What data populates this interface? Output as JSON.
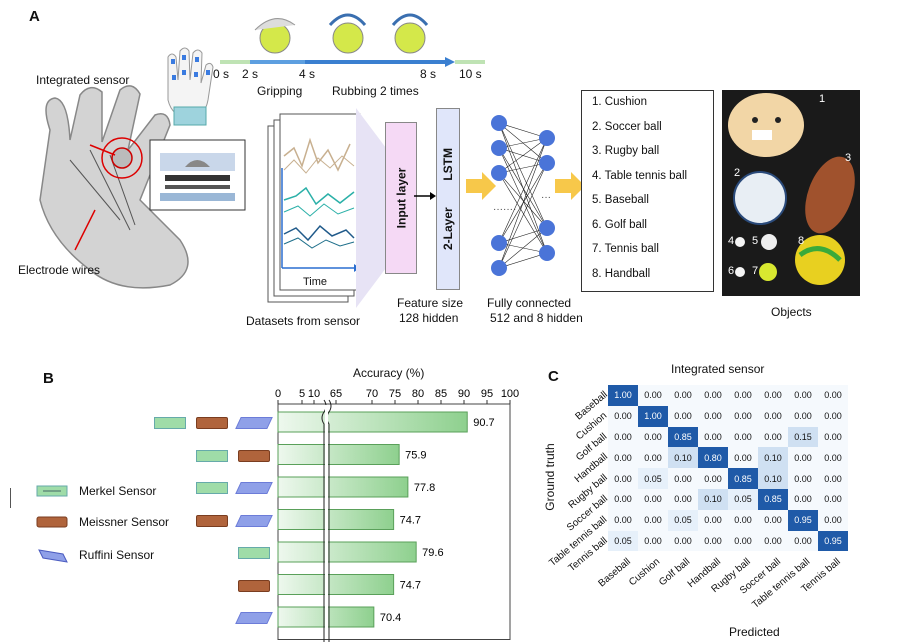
{
  "panelA": {
    "label": "A",
    "integrated_sensor": "Integrated sensor",
    "electrode_wires": "Electrode wires",
    "timeline_ticks": [
      "0 s",
      "2 s",
      "4 s",
      "8 s",
      "10 s"
    ],
    "phase_gripping": "Gripping",
    "phase_rubbing": "Rubbing 2 times",
    "time_axis": "Time",
    "datasets_caption": "Datasets from sensor",
    "input_layer": "Input layer",
    "lstm_top": "LSTM",
    "lstm_bottom": "2-Layer",
    "feature_caption_1": "Feature size",
    "feature_caption_2": "128 hidden",
    "fc_caption_1": "Fully connected",
    "fc_caption_2": "512 and 8 hidden",
    "objects": [
      "1. Cushion",
      "2. Soccer ball",
      "3. Rugby ball",
      "4. Table tennis ball",
      "5. Baseball",
      "6. Golf ball",
      "7. Tennis ball",
      "8. Handball"
    ],
    "photo_numbers": [
      "1",
      "2",
      "3",
      "4",
      "5",
      "6",
      "7",
      "8"
    ],
    "objects_caption": "Objects"
  },
  "panelB": {
    "label": "B",
    "legend": [
      "Merkel Sensor",
      "Meissner Sensor",
      "Ruffini Sensor"
    ],
    "colors": {
      "merkel": "#9fdca8",
      "meissner": "#b0643c",
      "ruffini": "#6c7cd8"
    }
  },
  "panelC": {
    "label": "C",
    "title": "Integrated sensor",
    "ylabel": "Ground truth",
    "xlabel": "Predicted",
    "classes": [
      "Baseball",
      "Cushion",
      "Golf ball",
      "Handball",
      "Rugby ball",
      "Soccer ball",
      "Table tennis ball",
      "Tennis ball"
    ]
  },
  "chart_data": [
    {
      "type": "bar",
      "orientation": "horizontal",
      "title": "Accuracy (%)",
      "xlim": [
        0,
        100
      ],
      "axis_break": [
        10,
        60
      ],
      "ticks": [
        "0",
        "5",
        "10",
        "65",
        "70",
        "75",
        "80",
        "85",
        "90",
        "95",
        "100"
      ],
      "categories": [
        "Merkel+Meissner+Ruffini",
        "Merkel+Meissner",
        "Merkel+Ruffini",
        "Meissner+Ruffini",
        "Merkel",
        "Meissner",
        "Ruffini"
      ],
      "values": [
        90.7,
        75.9,
        77.8,
        74.7,
        79.6,
        74.7,
        70.4
      ],
      "value_labels": [
        "90.7",
        "75.9",
        "77.8",
        "74.7",
        "79.6",
        "74.7",
        "70.4"
      ]
    },
    {
      "type": "heatmap",
      "title": "Integrated sensor",
      "xlabel": "Predicted",
      "ylabel": "Ground truth",
      "rows": [
        "Baseball",
        "Cushion",
        "Golf ball",
        "Handball",
        "Rugby ball",
        "Soccer ball",
        "Table tennis ball",
        "Tennis ball"
      ],
      "cols": [
        "Baseball",
        "Cushion",
        "Golf ball",
        "Handball",
        "Rugby ball",
        "Soccer ball",
        "Table tennis ball",
        "Tennis ball"
      ],
      "values": [
        [
          1.0,
          0.0,
          0.0,
          0.0,
          0.0,
          0.0,
          0.0,
          0.0
        ],
        [
          0.0,
          1.0,
          0.0,
          0.0,
          0.0,
          0.0,
          0.0,
          0.0
        ],
        [
          0.0,
          0.0,
          0.85,
          0.0,
          0.0,
          0.0,
          0.15,
          0.0
        ],
        [
          0.0,
          0.0,
          0.1,
          0.8,
          0.0,
          0.1,
          0.0,
          0.0
        ],
        [
          0.0,
          0.05,
          0.0,
          0.0,
          0.85,
          0.1,
          0.0,
          0.0
        ],
        [
          0.0,
          0.0,
          0.0,
          0.1,
          0.05,
          0.85,
          0.0,
          0.0
        ],
        [
          0.0,
          0.0,
          0.05,
          0.0,
          0.0,
          0.0,
          0.95,
          0.0
        ],
        [
          0.05,
          0.0,
          0.0,
          0.0,
          0.0,
          0.0,
          0.0,
          0.95
        ]
      ]
    }
  ]
}
